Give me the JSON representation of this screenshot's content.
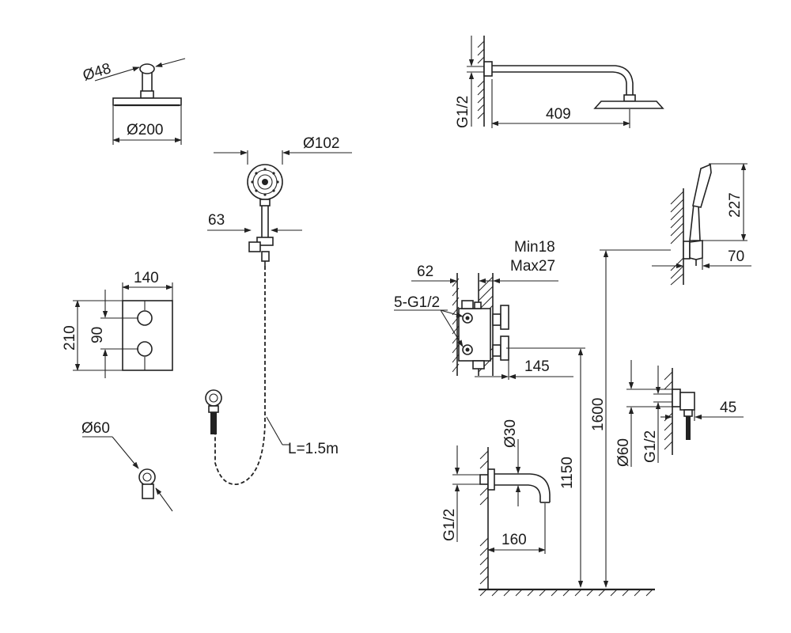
{
  "labels": {
    "head_diameter": "Ø48",
    "plate_diameter": "Ø200",
    "hand_diameter": "Ø102",
    "hand_offset": "63",
    "valve_width": "140",
    "valve_height": "210",
    "valve_spacing": "90",
    "outlet_diameter": "Ø60",
    "hose_length": "L=1.5m",
    "arm_thread": "G1/2",
    "arm_length": "409",
    "holder_height": "227",
    "holder_depth": "70",
    "wall_min": "Min18",
    "wall_max": "Max27",
    "box_inset": "62",
    "box_ports": "5-G1/2",
    "box_depth": "145",
    "spout_diameter": "Ø30",
    "height_spout": "1150",
    "height_total": "1600",
    "spout_thread": "G1/2",
    "spout_length": "160",
    "elbow_diameter": "Ø60",
    "elbow_thread": "G1/2",
    "elbow_depth": "45"
  }
}
